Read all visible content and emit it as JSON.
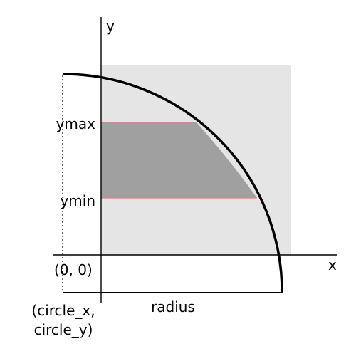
{
  "labels": {
    "x_axis": "x",
    "y_axis": "y",
    "ymax": "ymax",
    "ymin": "ymin",
    "origin": "(0, 0)",
    "circle_center_line1": "(circle_x,",
    "circle_center_line2": "circle_y)",
    "radius": "radius"
  },
  "colors": {
    "background": "#ffffff",
    "square_fill": "#e5e5e5",
    "square_stroke": "#d2d2d2",
    "band_fill": "#a0a0a0",
    "band_edge": "#e08080",
    "curve": "#000000",
    "axes": "#000000"
  }
}
